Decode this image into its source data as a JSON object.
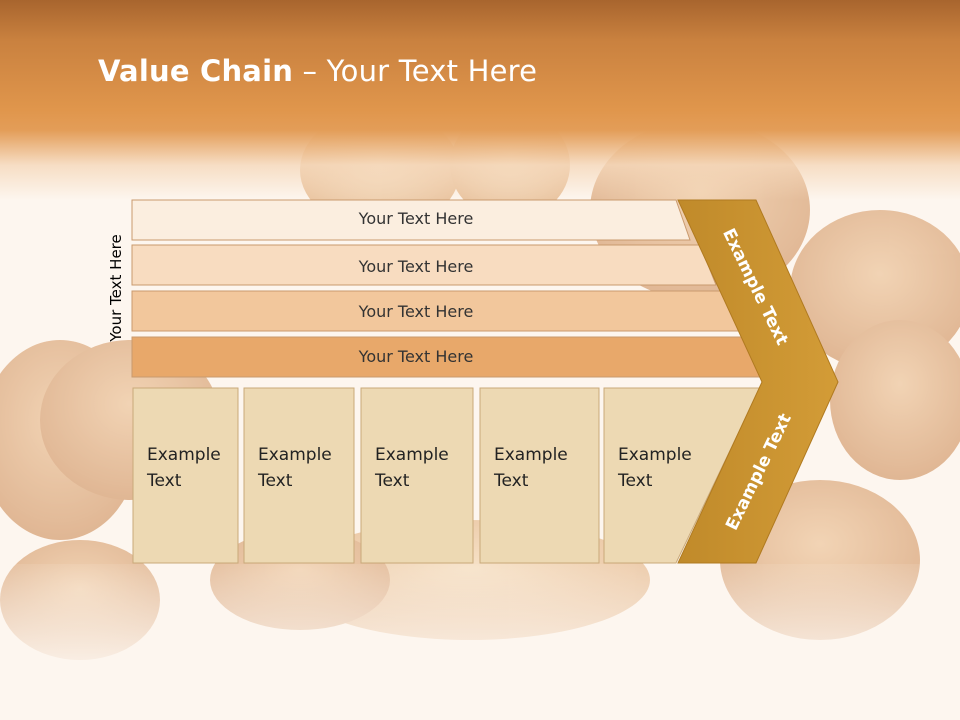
{
  "title": {
    "bold": "Value Chain",
    "rest": " – Your Text Here"
  },
  "side_label": "Your Text Here",
  "bars": [
    {
      "label": "Your Text Here",
      "color": "#fbeedf"
    },
    {
      "label": "Your Text Here",
      "color": "#f8dcc0"
    },
    {
      "label": "Your Text Here",
      "color": "#f2c79c"
    },
    {
      "label": "Your Text Here",
      "color": "#e8a86a"
    }
  ],
  "cells": [
    {
      "line1": "Example",
      "line2": "Text"
    },
    {
      "line1": "Example",
      "line2": "Text"
    },
    {
      "line1": "Example",
      "line2": "Text"
    },
    {
      "line1": "Example",
      "line2": "Text"
    },
    {
      "line1": "Example",
      "line2": "Text"
    }
  ],
  "chevron_top": "Example Text",
  "chevron_bottom": "Example Text",
  "colors": {
    "header": "#d98c44",
    "chevron": "#c8902c",
    "cell": "#edd9b3",
    "cell_border": "#c9a97a"
  }
}
